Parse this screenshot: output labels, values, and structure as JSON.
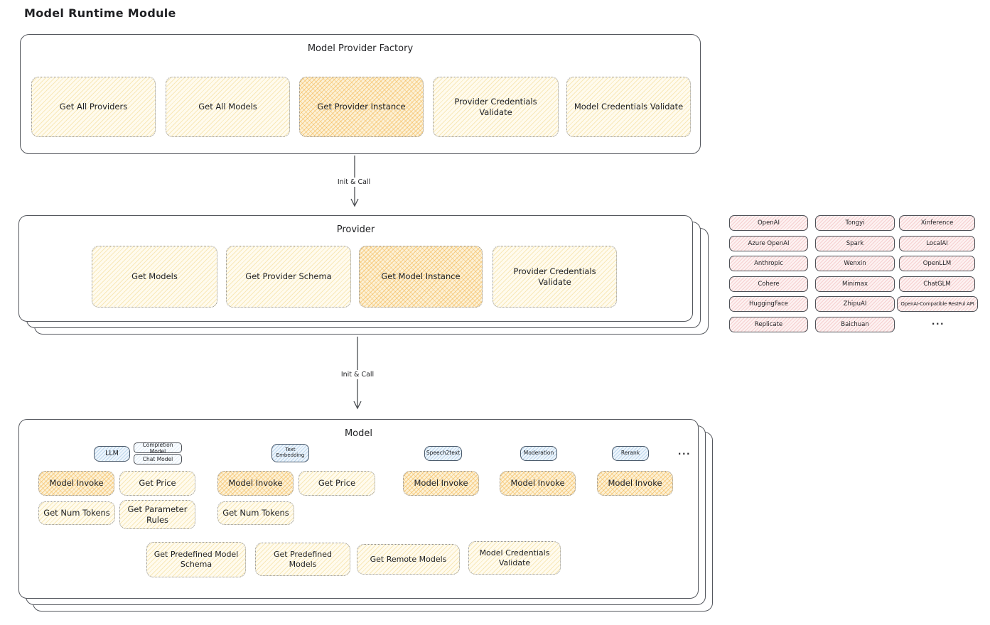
{
  "heading": "Model Runtime Module",
  "colors": {
    "yellow_node": "#ffec99",
    "highlight_node": "#f3b042",
    "type_chip_blue": "#a5d8ff",
    "provider_chip_pink": "#ffc9c9",
    "outline": "#54575d"
  },
  "arrow1_label": "Init & Call",
  "arrow2_label": "Init & Call",
  "factory": {
    "title": "Model Provider Factory",
    "buttons": [
      "Get All Providers",
      "Get All Models",
      "Get Provider Instance",
      "Provider Credentials Validate",
      "Model Credentials Validate"
    ]
  },
  "provider": {
    "title": "Provider",
    "buttons": [
      "Get Models",
      "Get Provider Schema",
      "Get Model Instance",
      "Provider Credentials Validate"
    ]
  },
  "providers_grid": {
    "col1": [
      "OpenAI",
      "Azure OpenAI",
      "Anthropic",
      "Cohere",
      "HuggingFace",
      "Replicate"
    ],
    "col2": [
      "Tongyi",
      "Spark",
      "Wenxin",
      "Minimax",
      "ZhipuAI",
      "Baichuan"
    ],
    "col3": [
      "Xinference",
      "LocalAI",
      "OpenLLM",
      "ChatGLM",
      "OpenAI-Compatible RestFul API"
    ],
    "more": "..."
  },
  "model": {
    "title": "Model",
    "types": {
      "llm": "LLM",
      "completion": "Completion Model",
      "chat": "Chat Model",
      "text_embedding": "Text Embedding",
      "speech2text": "Speech2text",
      "moderation": "Moderation",
      "rerank": "Rerank",
      "more": "..."
    },
    "llm_actions": [
      "Model Invoke",
      "Get Price",
      "Get Num Tokens",
      "Get Parameter Rules"
    ],
    "text_embedding_actions": [
      "Model Invoke",
      "Get Price",
      "Get Num Tokens"
    ],
    "speech2text_actions": [
      "Model Invoke"
    ],
    "moderation_actions": [
      "Model Invoke"
    ],
    "rerank_actions": [
      "Model Invoke"
    ],
    "bottom_actions": [
      "Get Predefined Model Schema",
      "Get Predefined Models",
      "Get Remote Models",
      "Model Credentials Validate"
    ]
  }
}
